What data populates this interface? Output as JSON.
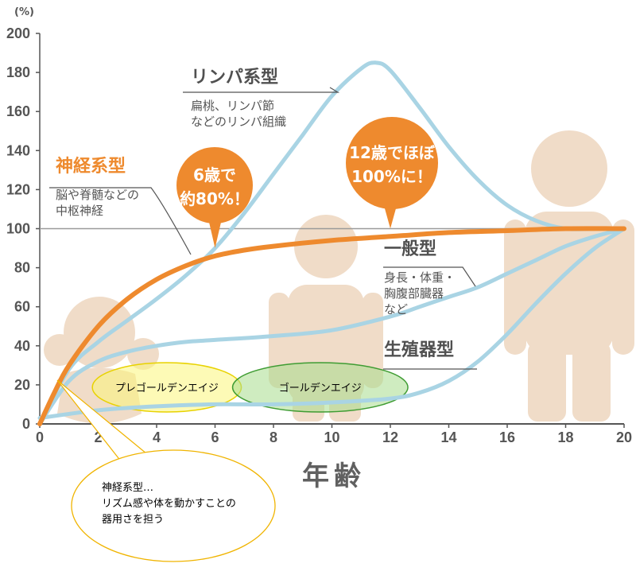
{
  "chart_data": {
    "type": "line",
    "unit_label": "(%)",
    "xlabel": "年齢",
    "xlim": [
      0,
      20
    ],
    "ylim": [
      0,
      200
    ],
    "xticks": [
      0,
      2,
      4,
      6,
      8,
      10,
      12,
      14,
      16,
      18,
      20
    ],
    "yticks": [
      0,
      20,
      40,
      60,
      80,
      100,
      120,
      140,
      160,
      180,
      200
    ],
    "reference_line": 100,
    "series": [
      {
        "name": "リンパ系型",
        "desc": [
          "扁桃、リンパ節",
          "などのリンパ組織"
        ],
        "color": "#a9d4e4",
        "x": [
          0,
          1,
          2,
          3,
          4,
          5,
          6,
          7,
          8,
          9,
          10,
          11,
          11.5,
          12,
          13,
          14,
          15,
          16,
          17,
          18,
          19,
          20
        ],
        "y": [
          0,
          28,
          42,
          53,
          64,
          76,
          90,
          108,
          128,
          148,
          168,
          182,
          185,
          181,
          162,
          142,
          125,
          112,
          104,
          100,
          100,
          100
        ]
      },
      {
        "name": "神経系型",
        "desc": [
          "脳や脊髄などの",
          "中枢神経"
        ],
        "color": "#ee8a2e",
        "x": [
          0,
          0.5,
          1,
          2,
          3,
          4,
          5,
          6,
          7,
          8,
          10,
          12,
          14,
          16,
          18,
          20
        ],
        "y": [
          0,
          16,
          30,
          50,
          64,
          74,
          81,
          86,
          89,
          91,
          94,
          96,
          98,
          99,
          100,
          100
        ]
      },
      {
        "name": "一般型",
        "desc": [
          "身長・体重・",
          "胸腹部臓器",
          "など"
        ],
        "color": "#a9d4e4",
        "x": [
          0,
          1,
          2,
          3,
          4,
          5,
          6,
          8,
          10,
          12,
          13,
          14,
          15,
          16,
          17,
          18,
          19,
          20
        ],
        "y": [
          0,
          22,
          32,
          37,
          40,
          42,
          43,
          45,
          48,
          55,
          60,
          65,
          70,
          77,
          84,
          91,
          96,
          100
        ]
      },
      {
        "name": "生殖器型",
        "desc": [],
        "color": "#a9d4e4",
        "x": [
          0,
          2,
          4,
          6,
          8,
          10,
          12,
          13,
          14,
          15,
          16,
          17,
          18,
          19,
          20
        ],
        "y": [
          3,
          7,
          9,
          10,
          10,
          11,
          13,
          16,
          22,
          32,
          46,
          62,
          77,
          90,
          100
        ]
      }
    ],
    "annotations": [
      {
        "text": [
          "6歳で",
          "約80%！"
        ],
        "x": 6,
        "y": 86
      },
      {
        "text": [
          "12歳でほぼ",
          "100%に！"
        ],
        "x": 12,
        "y": 96
      }
    ],
    "age_ranges": [
      {
        "label": "プレゴールデンエイジ",
        "x0": 1.8,
        "x1": 6.9,
        "color": "#fbf57a",
        "stroke": "#e8d200"
      },
      {
        "label": "ゴールデンエイジ",
        "x0": 6.6,
        "x1": 12.6,
        "color": "#a7dc8c",
        "stroke": "#3f9c33"
      }
    ],
    "callout": [
      "神経系型…",
      "リズム感や体を動かすことの",
      "器用さを担う"
    ]
  }
}
